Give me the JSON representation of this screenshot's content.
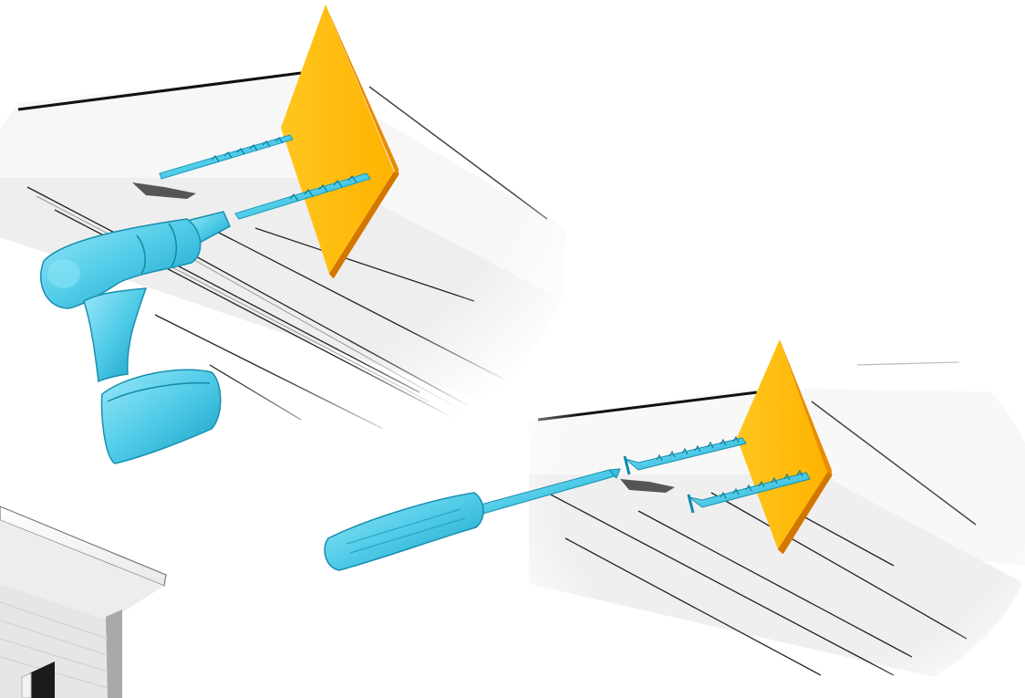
{
  "illustration": {
    "steps": [
      {
        "id": "step-drill",
        "tool": "cordless-drill",
        "fastener": "drill-bit",
        "count": 2
      },
      {
        "id": "step-screw",
        "tool": "screwdriver",
        "fastener": "screw",
        "count": 2
      }
    ],
    "colors": {
      "panel": "#ffbd12",
      "panel_edge": "#e98c00",
      "tool": "#5cd3ee",
      "tool_dark": "#1fa6c8",
      "roof": "#f4f4f4",
      "roof_line": "#222222"
    },
    "icons": [
      "drill-icon",
      "drill-bit-icon",
      "screwdriver-icon",
      "screw-icon",
      "house-icon",
      "mounting-panel-icon"
    ]
  }
}
